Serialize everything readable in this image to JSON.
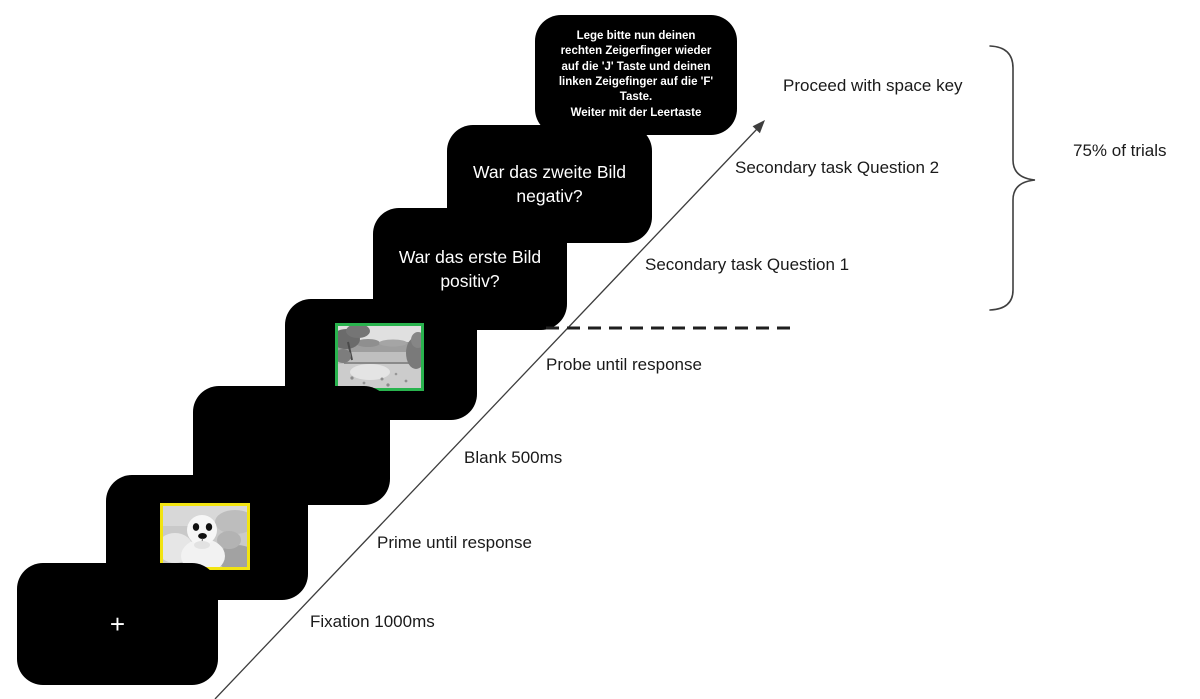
{
  "colors": {
    "background": "#ffffff",
    "screen_bg": "#000000",
    "screen_text": "#ffffff",
    "label_text": "#1a1a1a",
    "prime_border": "#F2E411",
    "probe_border": "#29B34E",
    "arrow": "#3d3d3d",
    "dashed_line": "#1f1f1f",
    "brace": "#3f3f3f"
  },
  "screens": {
    "fixation": {
      "symbol": "+"
    },
    "prime": {
      "image": "baby-seal-grayscale-photo",
      "border_color": "#F2E411"
    },
    "blank": {},
    "probe": {
      "image": "lake-landscape-grayscale-photo",
      "border_color": "#29B34E"
    },
    "question1": {
      "text": "War das erste Bild\npositiv?"
    },
    "question2": {
      "text": "War das zweite Bild\nnegativ?"
    },
    "instructions": {
      "text": "Lege bitte nun deinen\nrechten Zeigerfinger wieder\nauf die 'J' Taste und deinen\nlinken Zeigefinger auf die 'F'\nTaste.\nWeiter mit der Leertaste"
    }
  },
  "stage_labels": {
    "fixation": "Fixation 1000ms",
    "prime": "Prime until response",
    "blank": "Blank 500ms",
    "probe": "Probe until response",
    "question1": "Secondary task Question 1",
    "question2": "Secondary task Question 2",
    "proceed": "Proceed with space key"
  },
  "annotations": {
    "trials_share": "75% of trials"
  }
}
